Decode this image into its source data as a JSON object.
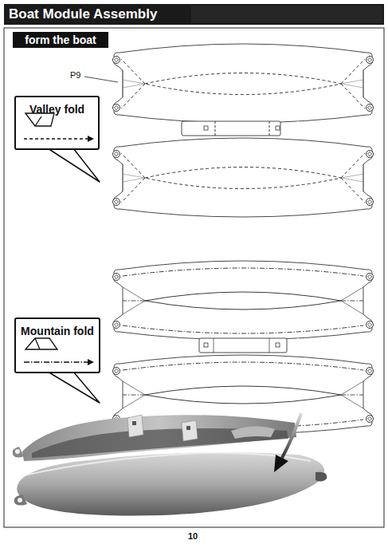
{
  "diagram": {
    "title": "Boat Module Assembly",
    "nodes": [
      {
        "text": [
          "form the boat"
        ]
      },
      {
        "text": [
          "Valley fold"
        ]
      },
      {
        "text": [
          "Mountain fold"
        ]
      }
    ],
    "labels": [
      "P9",
      "10"
    ]
  }
}
